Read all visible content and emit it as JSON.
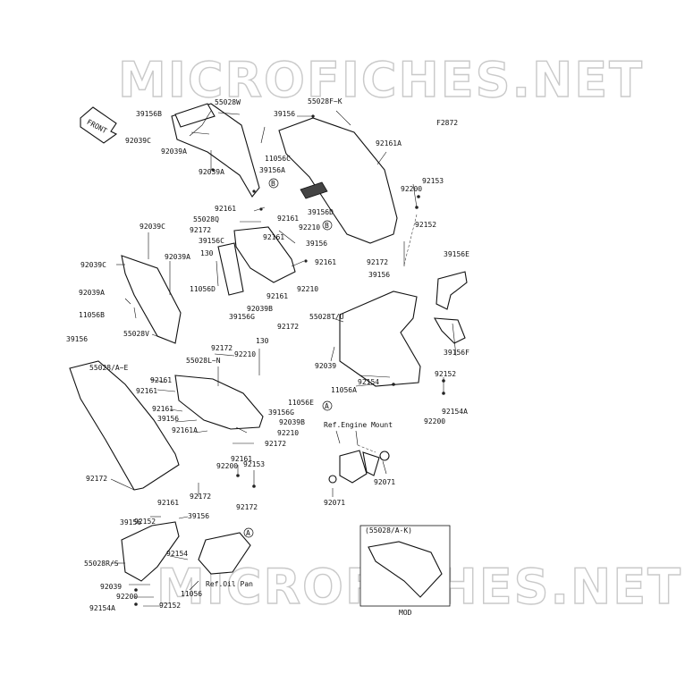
{
  "watermark": "MICROFICHES.NET",
  "figure_code": "F2872",
  "front_label": "FRONT",
  "ref_engine_mount": "Ref.Engine Mount",
  "ref_oil_pan": "Ref.Oil Pan",
  "callout_a": "A",
  "callout_b": "B",
  "inset_title": "(55028/A-K)",
  "inset_caption": "MOD",
  "labels": [
    "55028W",
    "39156B",
    "92039C",
    "92039A",
    "92039A",
    "11056C",
    "39156",
    "55028F~K",
    "92161A",
    "39156A",
    "92200",
    "92153",
    "92152",
    "92161",
    "92161",
    "55028Q",
    "92161",
    "92172",
    "92210",
    "39156C",
    "39156",
    "39156D",
    "92172",
    "92161",
    "92210",
    "130",
    "11056D",
    "92161",
    "92039B",
    "39156G",
    "92172",
    "92039C",
    "92039C",
    "92039A",
    "92039A",
    "11056B",
    "55028V",
    "39156",
    "39156",
    "55028T/U",
    "39156E",
    "39156F",
    "92172",
    "92039",
    "11056A",
    "92154",
    "92152",
    "92154A",
    "92200",
    "55028L~N",
    "92210",
    "130",
    "55028/A~E",
    "92161",
    "92161",
    "11056E",
    "39156G",
    "92161",
    "92039B",
    "39156",
    "92161A",
    "92210",
    "92172",
    "92172",
    "92161",
    "92200",
    "92153",
    "92172",
    "92161",
    "92172",
    "92152",
    "39156",
    "39156",
    "55028R/S",
    "92154",
    "92039",
    "92200",
    "11056",
    "92154A",
    "92152",
    "92071",
    "92071"
  ]
}
